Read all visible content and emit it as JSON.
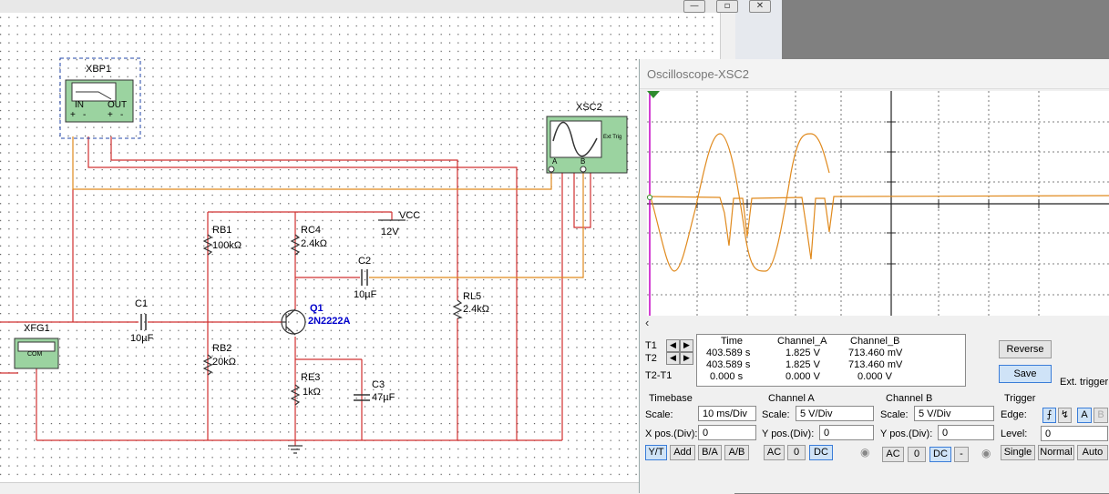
{
  "window_controls": {
    "min": "—",
    "max": "▫",
    "close": "✕"
  },
  "schematic": {
    "bode": {
      "ref": "XBP1",
      "in": "IN",
      "out": "OUT",
      "plus": "+",
      "minus": "-"
    },
    "scope_symbol": {
      "ref": "XSC2",
      "ext_trig": "Ext Trig",
      "a": "A",
      "b": "B"
    },
    "fgen": {
      "ref": "XFG1",
      "com": "COM"
    },
    "vcc": {
      "ref": "VCC",
      "value": "12V"
    },
    "rb1": {
      "ref": "RB1",
      "value": "100kΩ"
    },
    "rc4": {
      "ref": "RC4",
      "value": "2.4kΩ"
    },
    "c2": {
      "ref": "C2",
      "value": "10µF"
    },
    "c1": {
      "ref": "C1",
      "value": "10µF"
    },
    "q1": {
      "ref": "Q1",
      "value": "2N2222A"
    },
    "rl5": {
      "ref": "RL5",
      "value": "2.4kΩ"
    },
    "rb2": {
      "ref": "RB2",
      "value": "20kΩ"
    },
    "re3": {
      "ref": "RE3",
      "value": "1kΩ"
    },
    "c3": {
      "ref": "C3",
      "value": "47µF"
    }
  },
  "oscilloscope": {
    "title": "Oscilloscope-XSC2",
    "readout": {
      "headers": [
        "Time",
        "Channel_A",
        "Channel_B"
      ],
      "rows": [
        {
          "label": "T1",
          "time": "403.589 s",
          "a": "1.825 V",
          "b": "713.460 mV"
        },
        {
          "label": "T2",
          "time": "403.589 s",
          "a": "1.825 V",
          "b": "713.460 mV"
        },
        {
          "label": "T2-T1",
          "time": "0.000 s",
          "a": "0.000 V",
          "b": "0.000 V"
        }
      ]
    },
    "buttons": {
      "reverse": "Reverse",
      "save": "Save",
      "ext_trigger": "Ext. trigger"
    },
    "timebase": {
      "title": "Timebase",
      "scale_label": "Scale:",
      "scale": "10 ms/Div",
      "xpos_label": "X pos.(Div):",
      "xpos": "0",
      "modes": [
        "Y/T",
        "Add",
        "B/A",
        "A/B"
      ]
    },
    "channel_a": {
      "title": "Channel A",
      "scale_label": "Scale:",
      "scale": "5  V/Div",
      "ypos_label": "Y pos.(Div):",
      "ypos": "0",
      "coupling": [
        "AC",
        "0",
        "DC"
      ]
    },
    "channel_b": {
      "title": "Channel B",
      "scale_label": "Scale:",
      "scale": "5  V/Div",
      "ypos_label": "Y pos.(Div):",
      "ypos": "0",
      "coupling": [
        "AC",
        "0",
        "DC",
        "-"
      ]
    },
    "trigger": {
      "title": "Trigger",
      "edge_label": "Edge:",
      "a": "A",
      "b": "B",
      "level_label": "Level:",
      "level": "0",
      "modes": [
        "Single",
        "Normal",
        "Auto"
      ]
    },
    "colors": {
      "trace_a": "#e08a1e",
      "trace_b": "#e08a1e",
      "marker": "#c400c4"
    }
  }
}
